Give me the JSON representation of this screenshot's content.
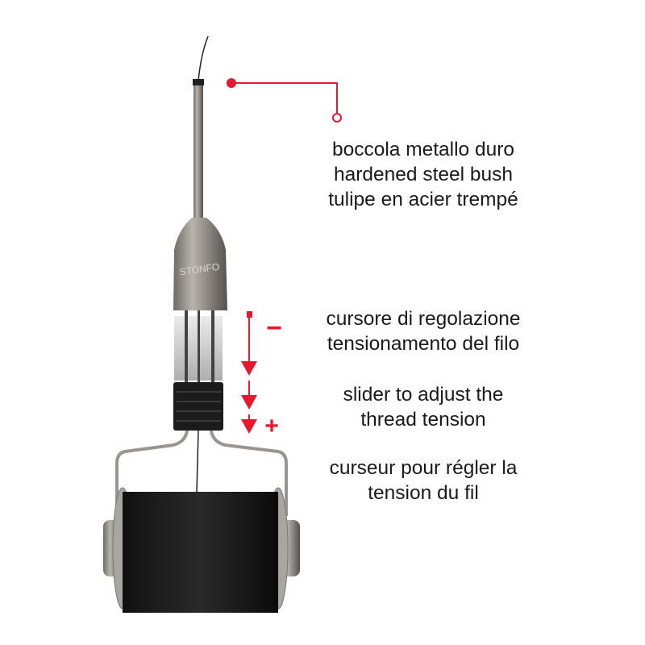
{
  "brand_engraving": "STONFO",
  "accent_color": "#e8162f",
  "captions": {
    "bush": [
      "boccola metallo duro",
      "hardened steel bush",
      "tulipe en acier trempé"
    ],
    "slider_it": [
      "cursore di regolazione",
      "tensionamento del filo"
    ],
    "slider_en": [
      "slider to adjust the",
      "thread tension"
    ],
    "slider_fr": [
      "curseur pour régler la",
      "tension du fil"
    ]
  },
  "tension_signs": {
    "minus": "−",
    "plus": "+"
  }
}
